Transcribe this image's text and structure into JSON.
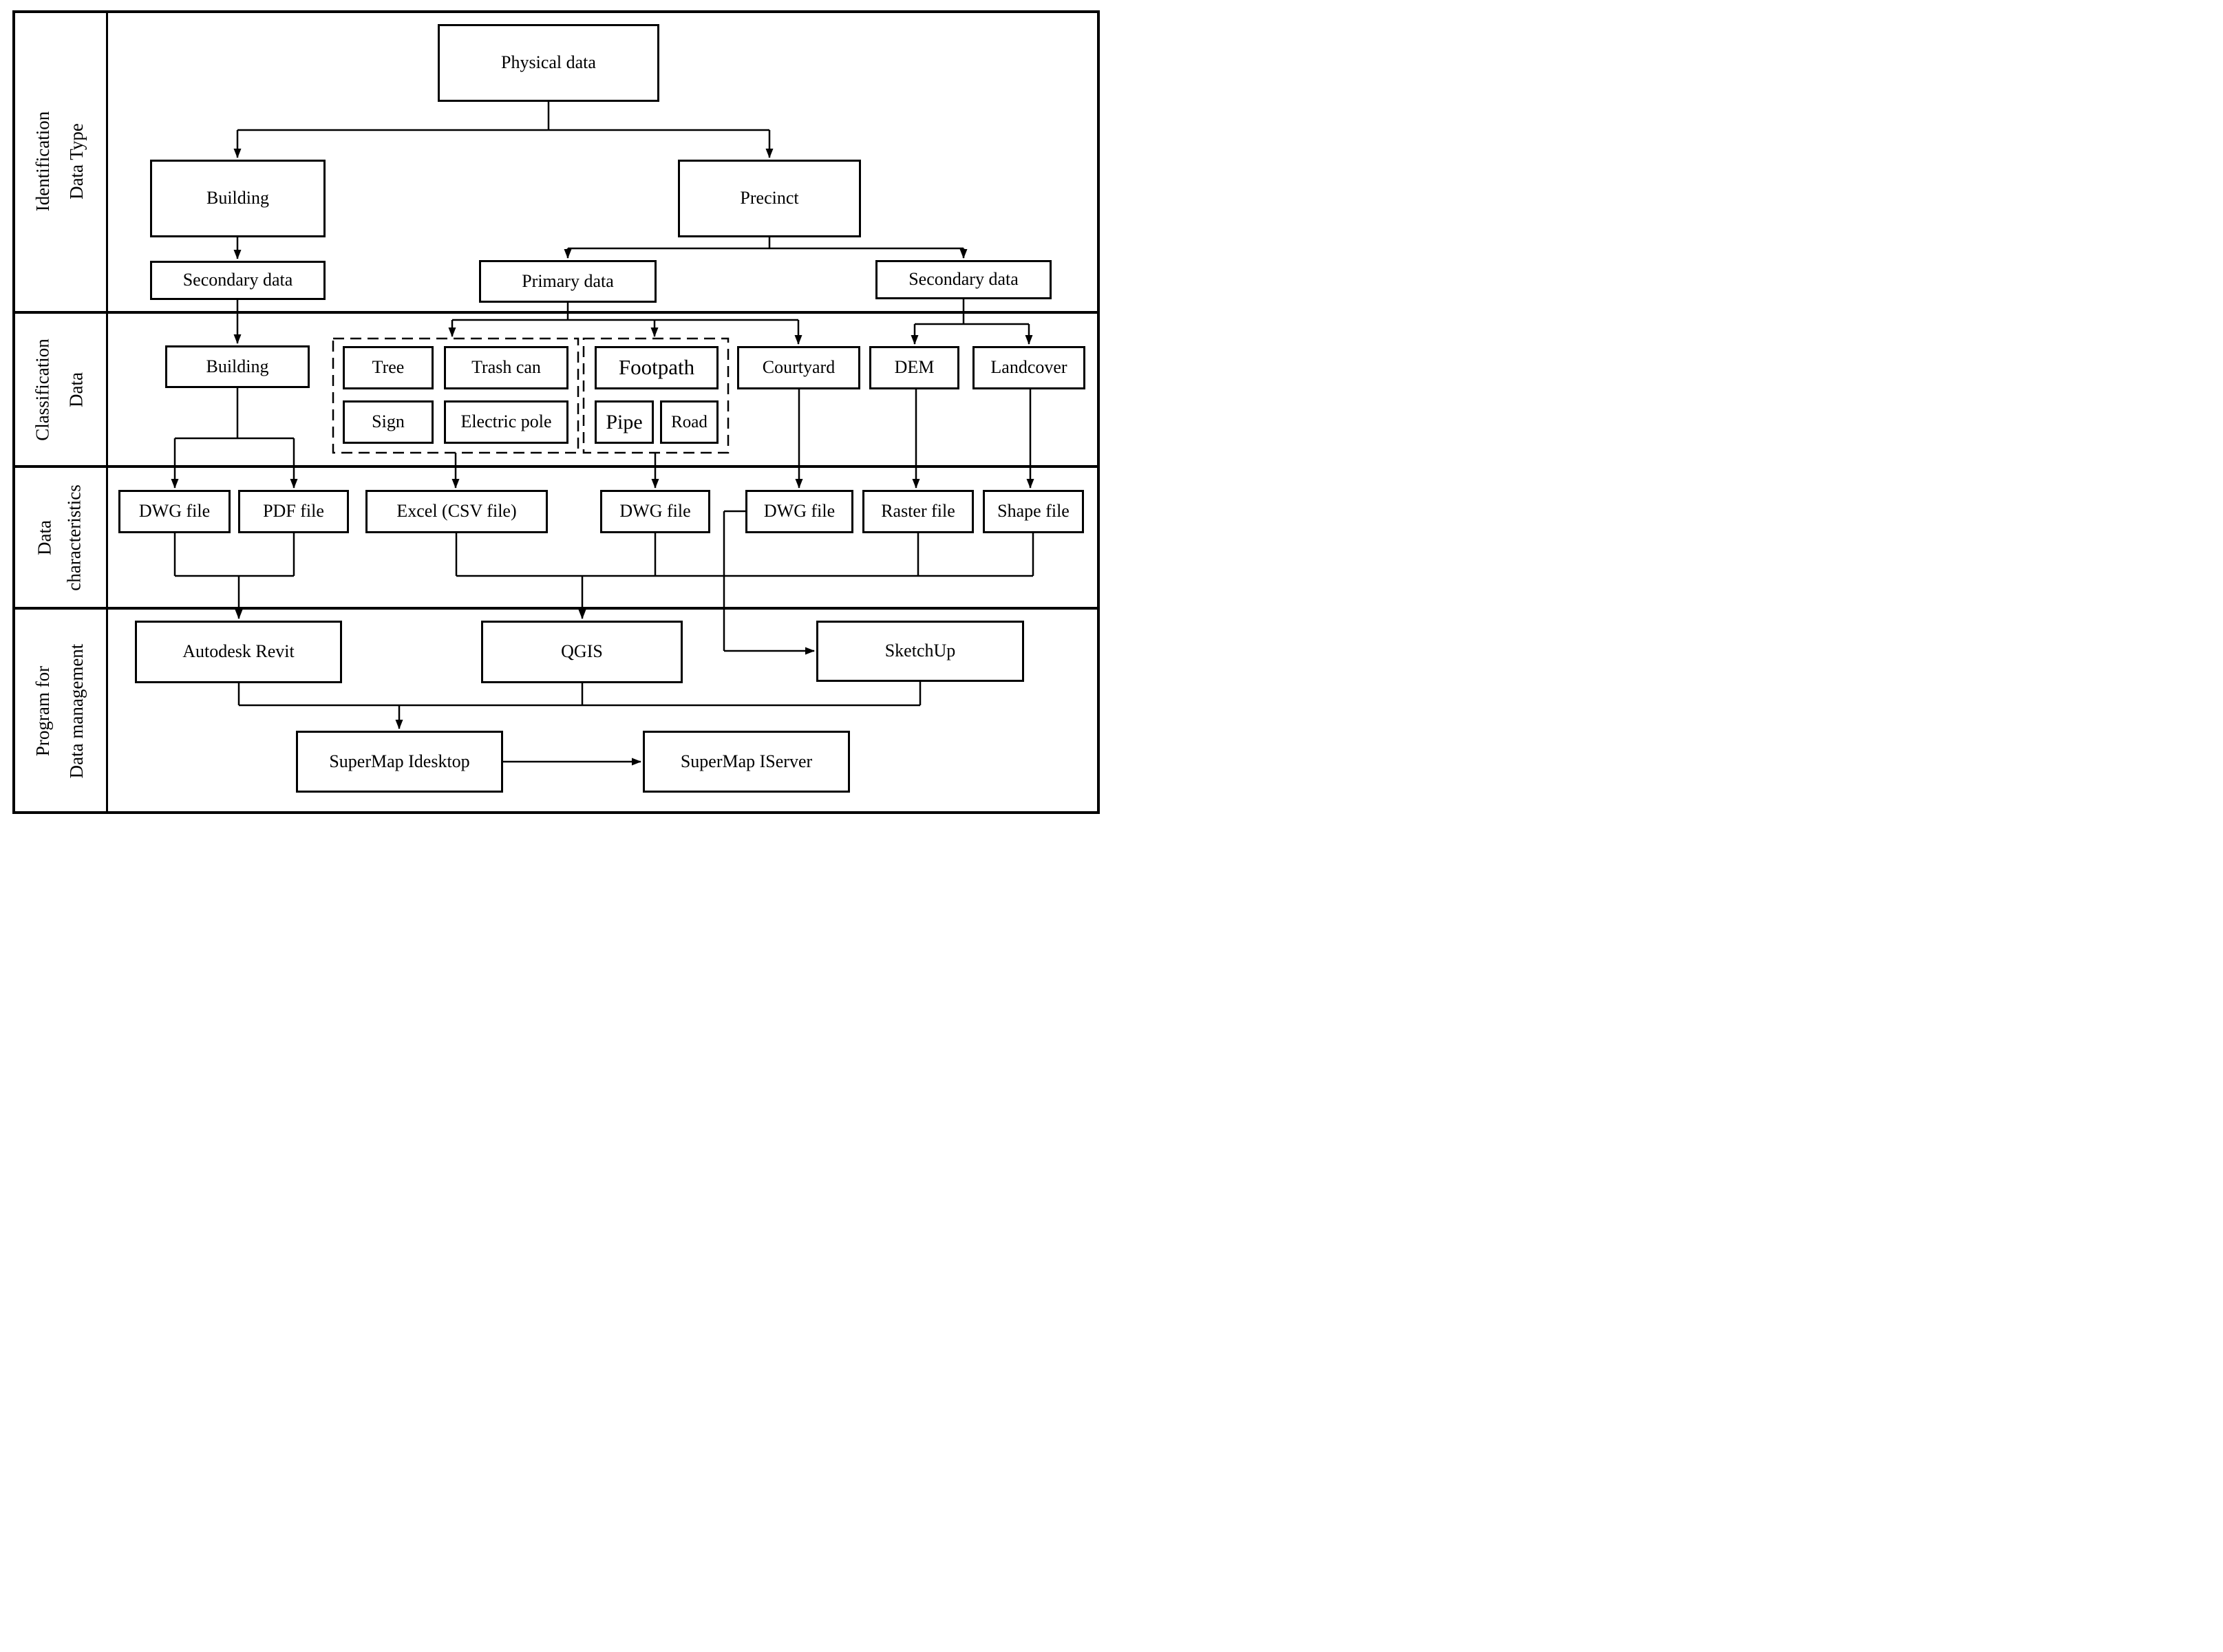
{
  "rows": {
    "identification": {
      "line1": "Identification",
      "line2": "Data Type"
    },
    "classification": {
      "line1": "Classification",
      "line2": "Data"
    },
    "characteristics": {
      "line1": "Data",
      "line2": "characteristics"
    },
    "program": {
      "line1": "Program for",
      "line2": "Data management"
    }
  },
  "nodes": {
    "physical_data": "Physical data",
    "building_type": "Building",
    "precinct": "Precinct",
    "secondary_building": "Secondary data",
    "primary_precinct": "Primary data",
    "secondary_precinct": "Secondary data",
    "building_class": "Building",
    "tree": "Tree",
    "trash_can": "Trash can",
    "sign": "Sign",
    "electric_pole": "Electric pole",
    "footpath": "Footpath",
    "pipe": "Pipe",
    "road": "Road",
    "courtyard": "Courtyard",
    "dem": "DEM",
    "landcover": "Landcover",
    "dwg_building": "DWG file",
    "pdf_building": "PDF file",
    "excel_csv": "Excel (CSV file)",
    "dwg_footpath": "DWG file",
    "dwg_courtyard": "DWG file",
    "raster_file": "Raster file",
    "shape_file": "Shape file",
    "autodesk_revit": "Autodesk Revit",
    "qgis": "QGIS",
    "sketchup": "SketchUp",
    "supermap_idesktop": "SuperMap Idesktop",
    "supermap_iserver": "SuperMap IServer"
  },
  "colors": {
    "line": "#000000",
    "background": "#ffffff"
  }
}
